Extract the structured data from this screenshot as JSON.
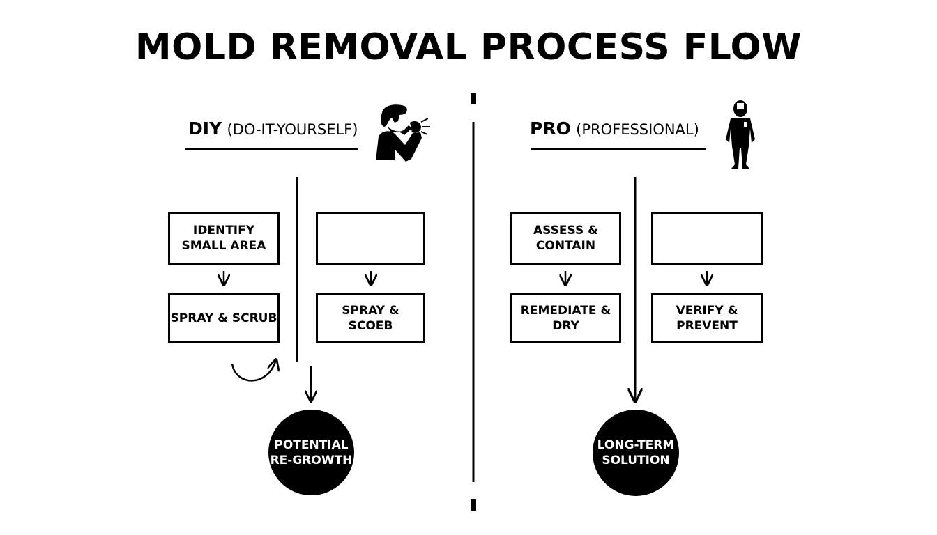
{
  "title": "MOLD REMOVAL PROCESS FLOW",
  "diy": {
    "heading_strong": "DIY",
    "heading_rest": "(DO-IT-YOURSELF)",
    "icon": "person-sneezing-icon",
    "steps": [
      "IDENTIFY\nSMALL AREA",
      "",
      "SPRAY & SCRUB",
      "SPRAY & SCOEB"
    ],
    "outcome": "POTENTIAL\nRE-GROWTH"
  },
  "pro": {
    "heading_strong": "PRO",
    "heading_rest": "(PROFESSIONAL)",
    "icon": "hazmat-suit-worker-icon",
    "steps": [
      "ASSESS &\nCONTAIN",
      "",
      "REMEDIATE & DRY",
      "VERIFY & PREVENT"
    ],
    "outcome": "LONG-TERM\nSOLUTION"
  },
  "colors": {
    "ink": "#000000",
    "background": "#ffffff"
  }
}
